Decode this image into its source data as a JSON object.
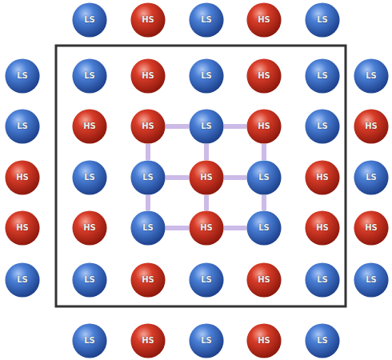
{
  "diagram": {
    "nodes": [
      {
        "text": [
          "LS"
        ]
      },
      {
        "text": [
          "HS"
        ]
      },
      {
        "text": [
          "LS"
        ]
      },
      {
        "text": [
          "HS"
        ]
      },
      {
        "text": [
          "LS"
        ]
      },
      {
        "text": [
          "LS"
        ]
      },
      {
        "text": [
          "LS"
        ]
      },
      {
        "text": [
          "HS"
        ]
      },
      {
        "text": [
          "LS"
        ]
      },
      {
        "text": [
          "HS"
        ]
      },
      {
        "text": [
          "LS"
        ]
      },
      {
        "text": [
          "LS"
        ]
      },
      {
        "text": [
          "LS"
        ]
      },
      {
        "text": [
          "HS"
        ]
      },
      {
        "text": [
          "HS"
        ]
      },
      {
        "text": [
          "LS"
        ]
      },
      {
        "text": [
          "HS"
        ]
      },
      {
        "text": [
          "LS"
        ]
      },
      {
        "text": [
          "HS"
        ]
      },
      {
        "text": [
          "HS"
        ]
      },
      {
        "text": [
          "LS"
        ]
      },
      {
        "text": [
          "LS"
        ]
      },
      {
        "text": [
          "HS"
        ]
      },
      {
        "text": [
          "LS"
        ]
      },
      {
        "text": [
          "HS"
        ]
      },
      {
        "text": [
          "LS"
        ]
      },
      {
        "text": [
          "HS"
        ]
      },
      {
        "text": [
          "HS"
        ]
      },
      {
        "text": [
          "LS"
        ]
      },
      {
        "text": [
          "HS"
        ]
      },
      {
        "text": [
          "LS"
        ]
      },
      {
        "text": [
          "HS"
        ]
      },
      {
        "text": [
          "HS"
        ]
      },
      {
        "text": [
          "LS"
        ]
      },
      {
        "text": [
          "LS"
        ]
      },
      {
        "text": [
          "HS"
        ]
      },
      {
        "text": [
          "LS"
        ]
      },
      {
        "text": [
          "HS"
        ]
      },
      {
        "text": [
          "LS"
        ]
      },
      {
        "text": [
          "LS"
        ]
      },
      {
        "text": [
          "LS"
        ]
      },
      {
        "text": [
          "HS"
        ]
      },
      {
        "text": [
          "LS"
        ]
      },
      {
        "text": [
          "HS"
        ]
      },
      {
        "text": [
          "LS"
        ]
      }
    ],
    "edges": [
      {
        "from": 14,
        "to": 15,
        "arrow": "none"
      },
      {
        "from": 15,
        "to": 16,
        "arrow": "none"
      },
      {
        "from": 21,
        "to": 22,
        "arrow": "none"
      },
      {
        "from": 22,
        "to": 23,
        "arrow": "none"
      },
      {
        "from": 28,
        "to": 29,
        "arrow": "none"
      },
      {
        "from": 29,
        "to": 30,
        "arrow": "none"
      },
      {
        "from": 14,
        "to": 21,
        "arrow": "none"
      },
      {
        "from": 21,
        "to": 28,
        "arrow": "none"
      },
      {
        "from": 15,
        "to": 22,
        "arrow": "none"
      },
      {
        "from": 22,
        "to": 29,
        "arrow": "none"
      },
      {
        "from": 16,
        "to": 23,
        "arrow": "none"
      },
      {
        "from": 23,
        "to": 30,
        "arrow": "none"
      }
    ]
  }
}
